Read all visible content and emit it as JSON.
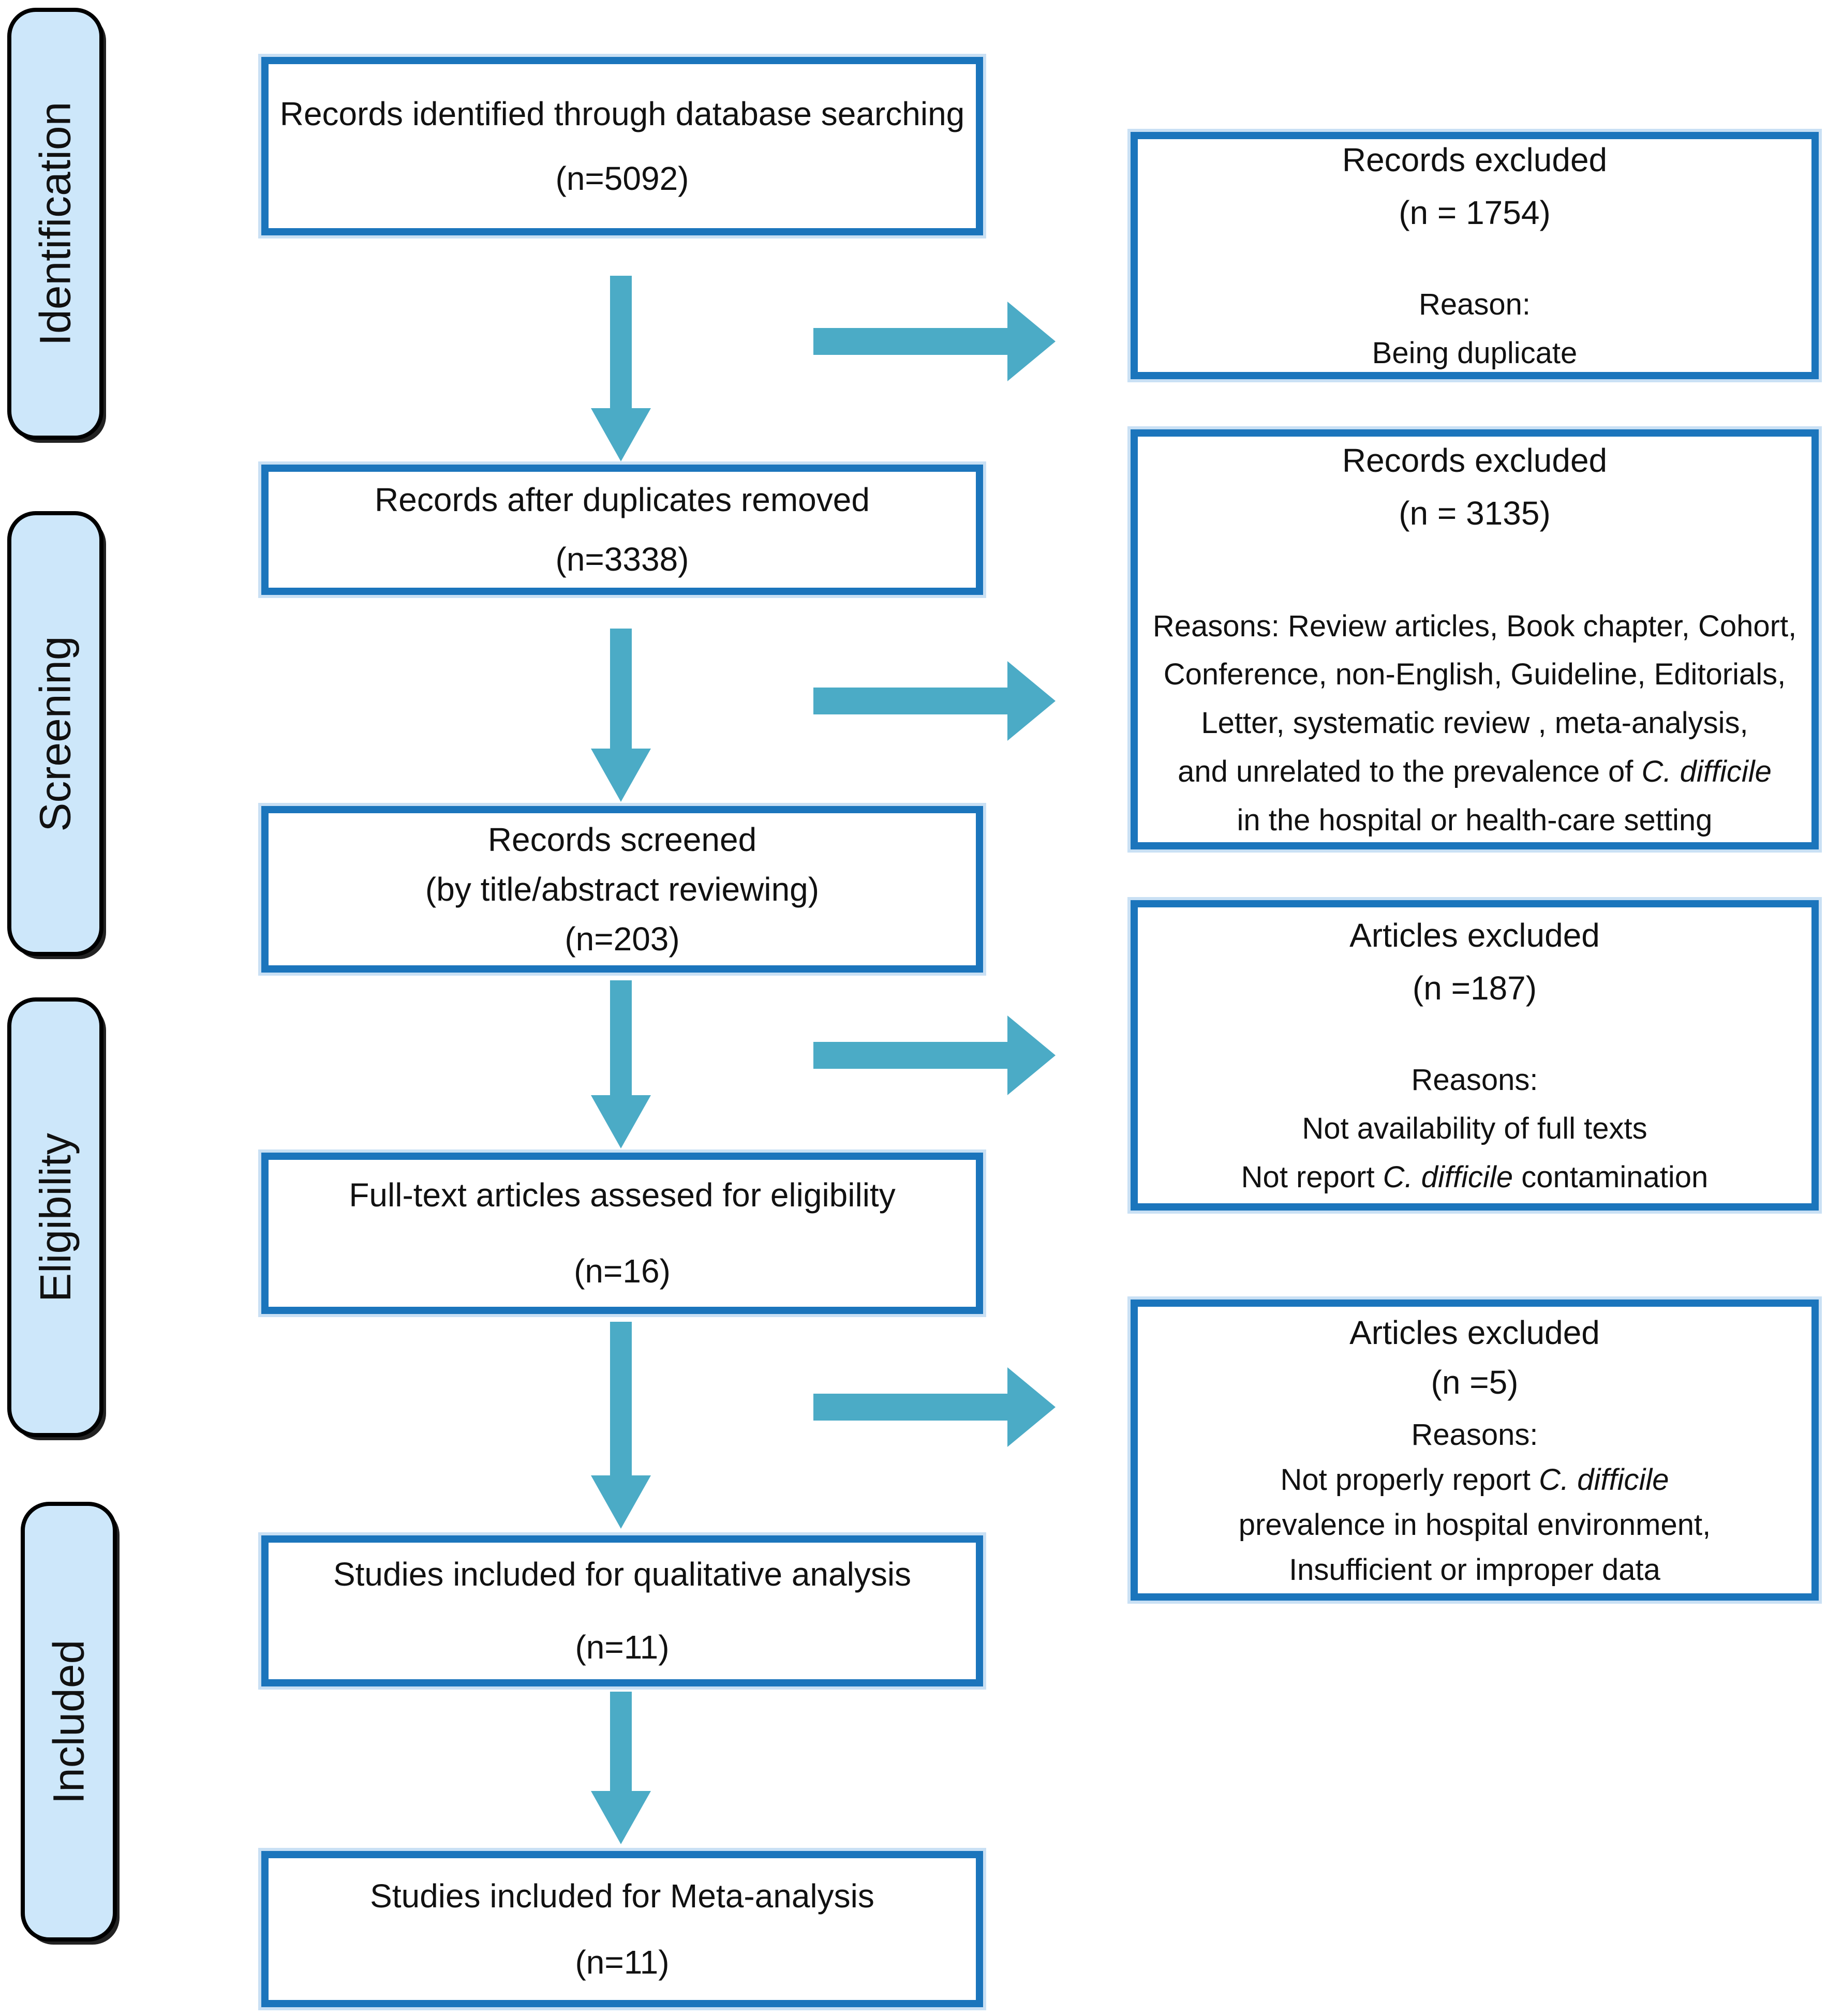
{
  "colors": {
    "box_border": "#1B75BC",
    "arrow": "#4BABC6",
    "stage_fill": "#CDE7FA",
    "stage_border": "#000000"
  },
  "stages": [
    {
      "label": "Identification"
    },
    {
      "label": "Screening"
    },
    {
      "label": "Eligibility"
    },
    {
      "label": "Included"
    }
  ],
  "flow_boxes": [
    {
      "lines": [
        "Records identified through database searching",
        "(n=5092)"
      ]
    },
    {
      "lines": [
        "Records after duplicates removed",
        "(n=3338)"
      ]
    },
    {
      "lines": [
        "Records screened",
        "(by title/abstract reviewing)",
        "(n=203)"
      ]
    },
    {
      "lines": [
        "Full-text articles assesed for eligibility",
        "(n=16)"
      ]
    },
    {
      "lines": [
        "Studies included for qualitative analysis",
        "(n=11)"
      ]
    },
    {
      "lines": [
        "Studies included for Meta-analysis",
        "(n=11)"
      ]
    }
  ],
  "exclusion_boxes": [
    {
      "title": "Records excluded",
      "count": "(n = 1754)",
      "reasons": [
        {
          "text": "Reason:"
        },
        {
          "text": "Being duplicate"
        }
      ]
    },
    {
      "title": "Records excluded",
      "count": "(n = 3135)",
      "reasons": [
        {
          "text": "Reasons: Review articles, Book chapter, Cohort,"
        },
        {
          "text": "Conference, non-English,  Guideline, Editorials,"
        },
        {
          "text": "Letter, systematic review , meta-analysis,"
        },
        {
          "text": "and unrelated to the prevalence of ",
          "italic": "C. difficile"
        },
        {
          "text": "in the hospital or health-care setting"
        }
      ]
    },
    {
      "title": "Articles excluded",
      "count": "(n =187)",
      "reasons": [
        {
          "text": "Reasons:"
        },
        {
          "text": "Not availability of full texts"
        },
        {
          "text": "Not report ",
          "italic": "C. difficile",
          "text_after": " contamination"
        }
      ]
    },
    {
      "title": "Articles excluded",
      "count": "(n =5)",
      "reasons": [
        {
          "text": "Reasons:"
        },
        {
          "text": "Not properly report ",
          "italic": "C. difficile"
        },
        {
          "text": "prevalence in hospital environment,"
        },
        {
          "text": "Insufficient or improper data"
        }
      ]
    }
  ]
}
